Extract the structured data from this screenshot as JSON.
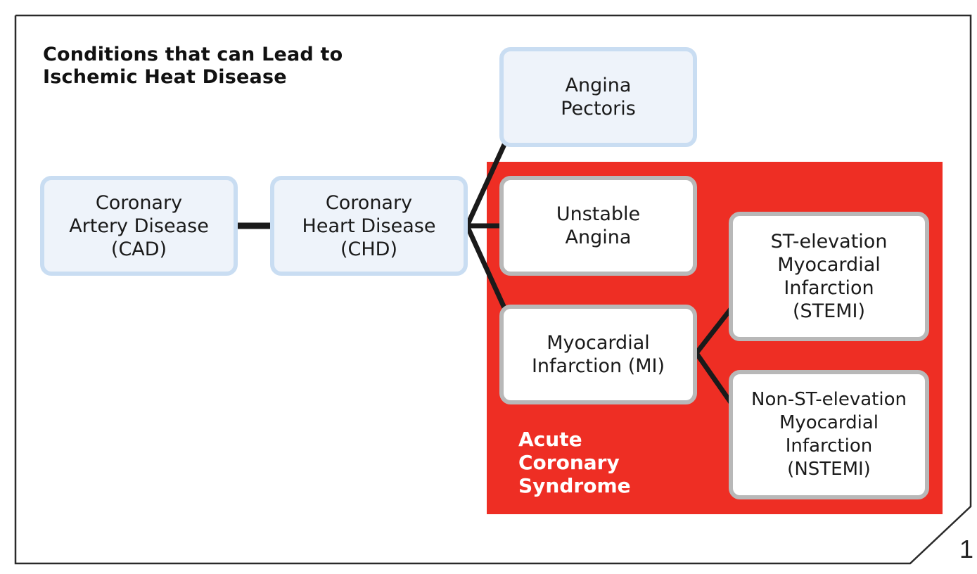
{
  "title": {
    "line1": "Conditions that can Lead to",
    "line2": "Ischemic Heat Disease"
  },
  "nodes": {
    "cad": {
      "lines": [
        "Coronary",
        "Artery Disease",
        "(CAD)"
      ]
    },
    "chd": {
      "lines": [
        "Coronary",
        "Heart Disease",
        "(CHD)"
      ]
    },
    "angina_pectoris": {
      "lines": [
        "Angina",
        "Pectoris"
      ]
    },
    "unstable_angina": {
      "lines": [
        "Unstable",
        "Angina"
      ]
    },
    "mi": {
      "lines": [
        "Myocardial",
        "Infarction (MI)"
      ]
    },
    "stemi": {
      "lines": [
        "ST-elevation",
        "Myocardial",
        "Infarction",
        "(STEMI)"
      ]
    },
    "nstemi": {
      "lines": [
        "Non-ST-elevation",
        "Myocardial",
        "Infarction",
        "(NSTEMI)"
      ]
    }
  },
  "group": {
    "lines": [
      "Acute",
      "Coronary",
      "Syndrome"
    ]
  },
  "page_number": "1",
  "colors": {
    "group_fill": "#ee2e24",
    "blue_box_fill": "#eef3fa",
    "blue_box_border": "#c9ddf2",
    "grey_box_border": "#b8b8b8",
    "connector": "#1a1a1a"
  }
}
